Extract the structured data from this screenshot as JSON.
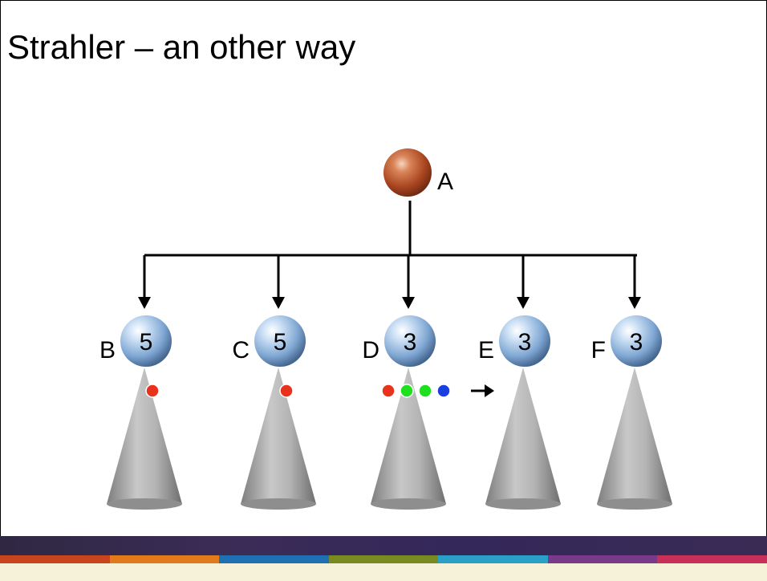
{
  "slide": {
    "title": "Strahler – an other way"
  },
  "diagram": {
    "root": {
      "label": "A",
      "color": "#b5512b"
    },
    "children": [
      {
        "label": "B",
        "value": "5",
        "markers": [
          "red"
        ]
      },
      {
        "label": "C",
        "value": "5",
        "markers": [
          "red"
        ]
      },
      {
        "label": "D",
        "value": "3",
        "markers": [
          "red",
          "green",
          "green",
          "blue"
        ]
      },
      {
        "label": "E",
        "value": "3",
        "markers": []
      },
      {
        "label": "F",
        "value": "3",
        "markers": []
      }
    ],
    "colors": {
      "red": "#e8321c",
      "green": "#1fe01f",
      "blue": "#1a3fe0",
      "node": "#8fb4dc",
      "cone": "#9a9a9a"
    }
  },
  "footer": {
    "stripe_colors": [
      "#c8441c",
      "#e07a1a",
      "#1f6fb3",
      "#7a8a22",
      "#2aa0c8",
      "#7a3a8a",
      "#c8305a"
    ]
  }
}
